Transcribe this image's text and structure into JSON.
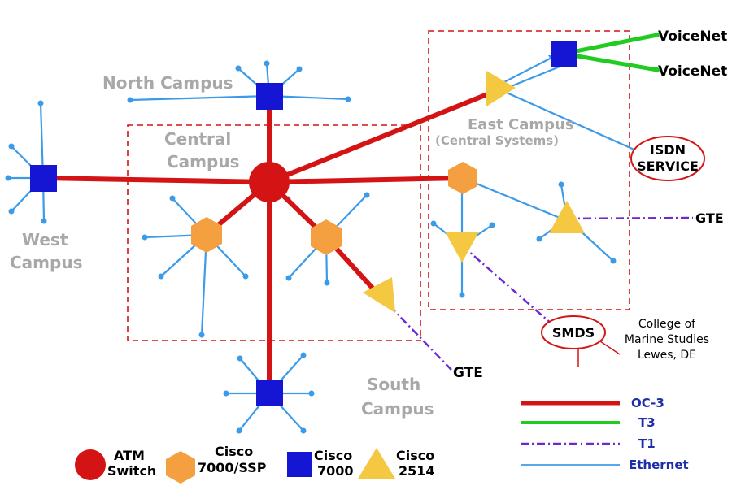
{
  "campuses": {
    "north": "North Campus",
    "central_1": "Central",
    "central_2": "Campus",
    "west_1": "West",
    "west_2": "Campus",
    "east_1": "East Campus",
    "east_2": "(Central Systems)",
    "south_1": "South",
    "south_2": "Campus"
  },
  "endpoints": {
    "voicenet_1": "VoiceNet",
    "voicenet_2": "VoiceNet",
    "isdn_1": "ISDN",
    "isdn_2": "SERVICE",
    "gte_east": "GTE",
    "gte_central": "GTE",
    "smds": "SMDS",
    "marine_1": "College of",
    "marine_2": "Marine Studies",
    "marine_3": "Lewes, DE"
  },
  "device_legend": [
    {
      "line1": "ATM",
      "line2": "Switch",
      "icon": "red-circle",
      "color": "#d41414"
    },
    {
      "line1": "Cisco",
      "line2": "7000/SSP",
      "icon": "orange-hexagon",
      "color": "#f5a040"
    },
    {
      "line1": "Cisco",
      "line2": "7000",
      "icon": "blue-square",
      "color": "#1515d4"
    },
    {
      "line1": "Cisco",
      "line2": "2514",
      "icon": "yellow-triangle",
      "color": "#f5c842"
    }
  ],
  "link_legend": [
    {
      "label": "OC-3",
      "color": "#d41414",
      "style": "solid-thick"
    },
    {
      "label": "T3",
      "color": "#20cc20",
      "style": "solid-thick"
    },
    {
      "label": "T1",
      "color": "#6a2bd4",
      "style": "dash-dot"
    },
    {
      "label": "Ethernet",
      "color": "#3c9be8",
      "style": "solid-thin"
    }
  ]
}
